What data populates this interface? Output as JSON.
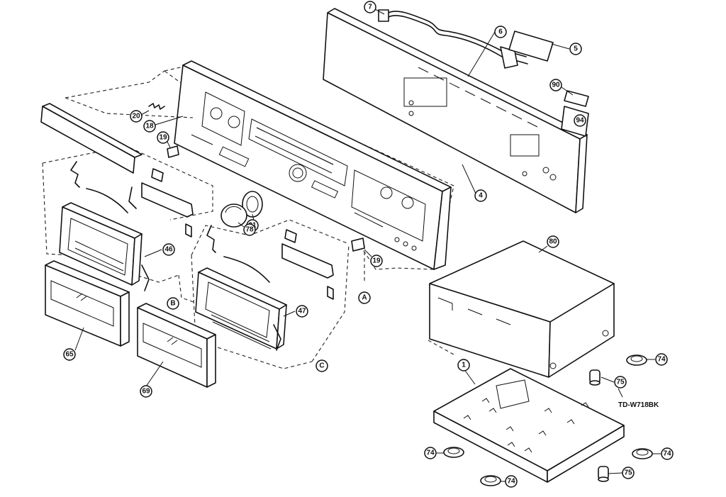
{
  "labels": [
    {
      "id": "7",
      "text": "7"
    },
    {
      "id": "6",
      "text": "6"
    },
    {
      "id": "5",
      "text": "5"
    },
    {
      "id": "90",
      "text": "90"
    },
    {
      "id": "94",
      "text": "94"
    },
    {
      "id": "4",
      "text": "4"
    },
    {
      "id": "20",
      "text": "20"
    },
    {
      "id": "18",
      "text": "18"
    },
    {
      "id": "19a",
      "text": "19"
    },
    {
      "id": "19b",
      "text": "19"
    },
    {
      "id": "21",
      "text": "21"
    },
    {
      "id": "78",
      "text": "78"
    },
    {
      "id": "46",
      "text": "46"
    },
    {
      "id": "47",
      "text": "47"
    },
    {
      "id": "65",
      "text": "65"
    },
    {
      "id": "69",
      "text": "69"
    },
    {
      "id": "A",
      "text": "A"
    },
    {
      "id": "B",
      "text": "B"
    },
    {
      "id": "C",
      "text": "C"
    },
    {
      "id": "80",
      "text": "80"
    },
    {
      "id": "1",
      "text": "1"
    },
    {
      "id": "74a",
      "text": "74"
    },
    {
      "id": "74b",
      "text": "74"
    },
    {
      "id": "74c",
      "text": "74"
    },
    {
      "id": "74d",
      "text": "74"
    },
    {
      "id": "75a",
      "text": "75"
    },
    {
      "id": "75b",
      "text": "75"
    }
  ],
  "model_note": "TD-W718BK"
}
